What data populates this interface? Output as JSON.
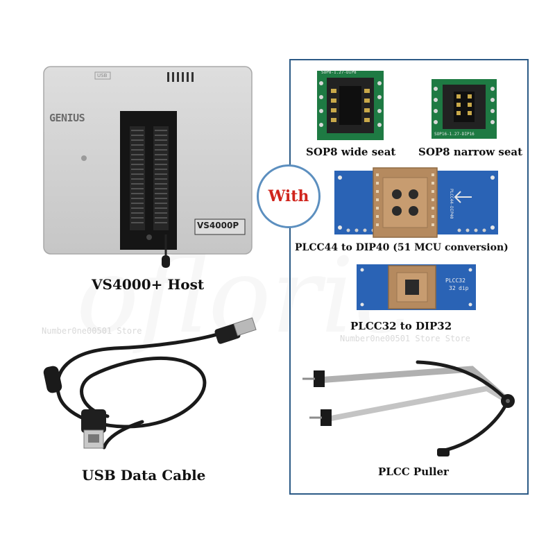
{
  "watermark": {
    "store": "Number0ne00501 Store Store",
    "store_short": "Number0ne00501 Store",
    "brand": "oflorie"
  },
  "host": {
    "brand_label": "GENIUS",
    "usb_label": "USB",
    "model_label": "VS4000P",
    "caption": "VS4000+ Host"
  },
  "cable": {
    "caption": "USB Data Cable"
  },
  "badge": {
    "label": "With"
  },
  "accessories": {
    "sop8_wide": {
      "caption": "SOP8 wide seat",
      "board_text": "SOP8-1.27-DIP8"
    },
    "sop8_narrow": {
      "caption": "SOP8 narrow seat",
      "board_text": "SOP16-1.27-DIP16"
    },
    "plcc44": {
      "caption": "PLCC44 to DIP40 (51 MCU conversion)",
      "board_text": "PLCC44-DIP40"
    },
    "plcc32": {
      "caption": "PLCC32 to DIP32",
      "board_text_1": "PLCC32",
      "board_text_2": "32",
      "board_text_3": "dip"
    },
    "puller": {
      "caption": "PLCC Puller"
    }
  },
  "colors": {
    "panel_border": "#2c5a86",
    "badge_border": "#5c8fbf",
    "badge_text": "#d0241c",
    "pcb_green": "#1e7a43",
    "pcb_blue": "#2a63b5"
  }
}
